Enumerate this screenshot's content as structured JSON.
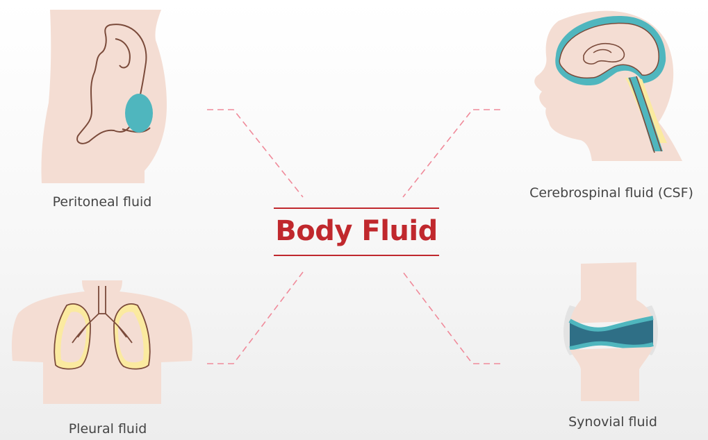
{
  "title": "Body Fluid",
  "colors": {
    "accent": "#c0282d",
    "connector": "#f08a9a",
    "skin": "#f4ddd3",
    "fluid_teal": "#4fb6be",
    "fluid_dark": "#2f6f86",
    "lung_yellow": "#fbeaa0",
    "outline": "#7a4a3a",
    "label_text": "#444444"
  },
  "items": [
    {
      "label": "Peritoneal fluid",
      "icon": "abdomen-icon"
    },
    {
      "label": "Cerebrospinal fluid (CSF)",
      "icon": "head-brain-icon"
    },
    {
      "label": "Pleural fluid",
      "icon": "chest-lungs-icon"
    },
    {
      "label": "Synovial fluid",
      "icon": "knee-joint-icon"
    }
  ]
}
